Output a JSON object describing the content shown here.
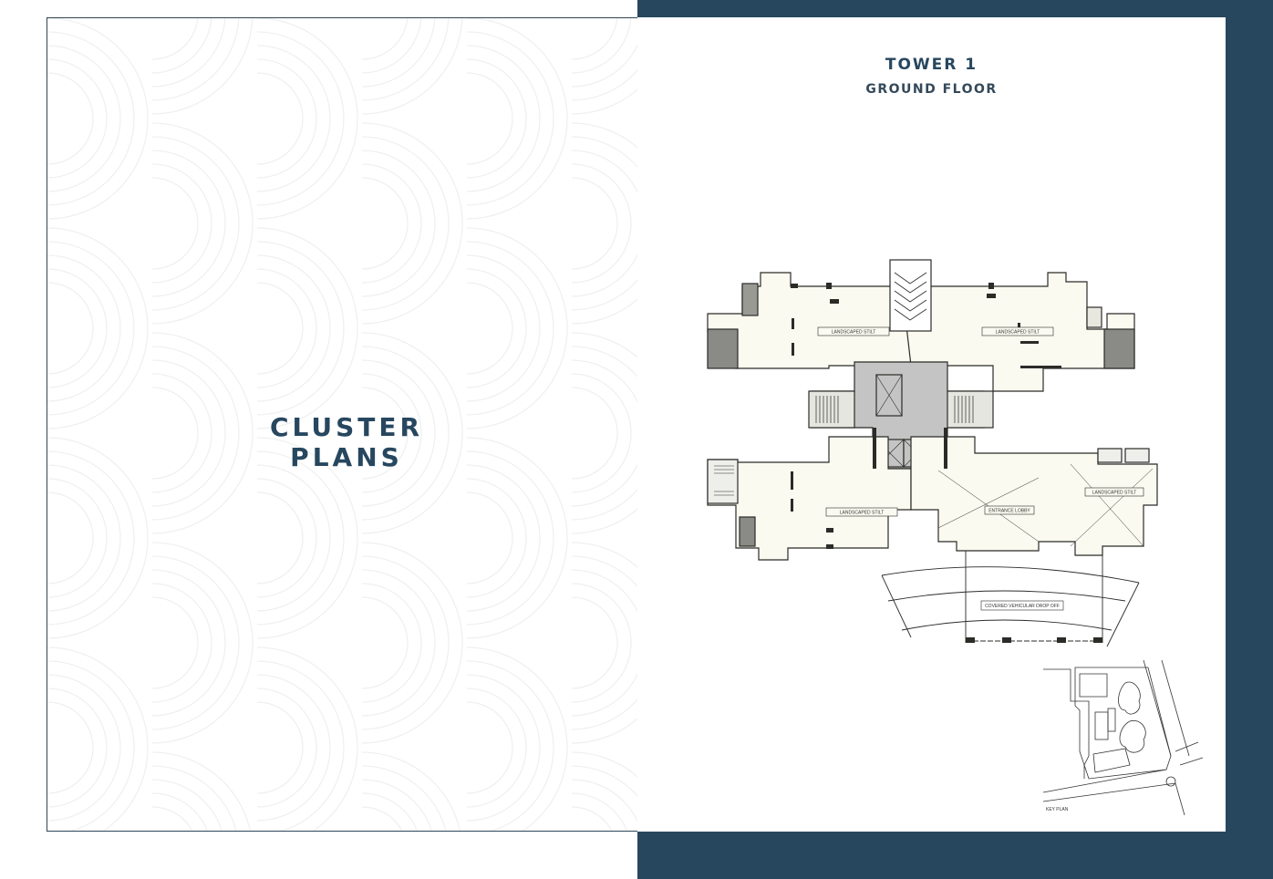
{
  "left_page": {
    "title": "CLUSTER PLANS"
  },
  "right_page": {
    "tower": "TOWER 1",
    "floor": "GROUND FLOOR",
    "floor_plan": {
      "labels": {
        "stilt_top_left": "LANDSCAPED STILT",
        "stilt_top_right": "LANDSCAPED STILT",
        "stilt_bottom_left": "LANDSCAPED STILT",
        "stilt_bottom_right": "LANDSCAPED STILT",
        "entrance_lobby": "ENTRANCE LOBBY",
        "drop_off": "COVERED VEHICULAR DROP OFF"
      }
    },
    "key_plan": {
      "label": "KEY PLAN"
    }
  },
  "colors": {
    "navy": "#27475f",
    "floor_fill": "#fbfaf0",
    "core_gray": "#c4c4c4",
    "wall": "#2b2b28"
  }
}
